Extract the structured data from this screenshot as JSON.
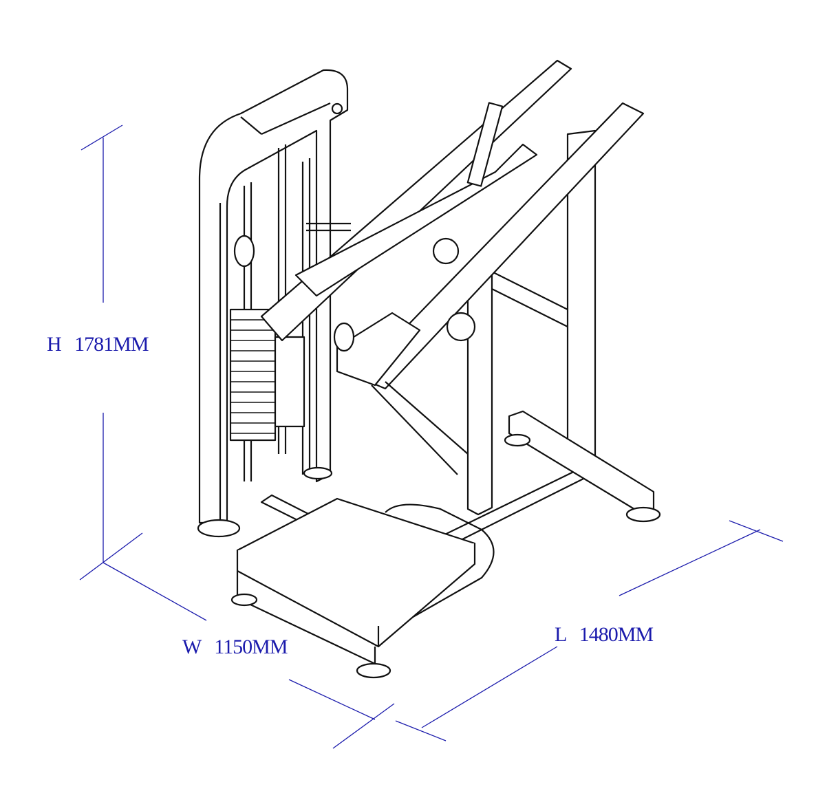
{
  "dimensions": {
    "height": {
      "axis": "H",
      "value": "1781MM"
    },
    "width": {
      "axis": "W",
      "value": "1150MM"
    },
    "length": {
      "axis": "L",
      "value": "1480MM"
    }
  },
  "colors": {
    "dimension": "#1b1bac",
    "drawing": "#111111"
  }
}
